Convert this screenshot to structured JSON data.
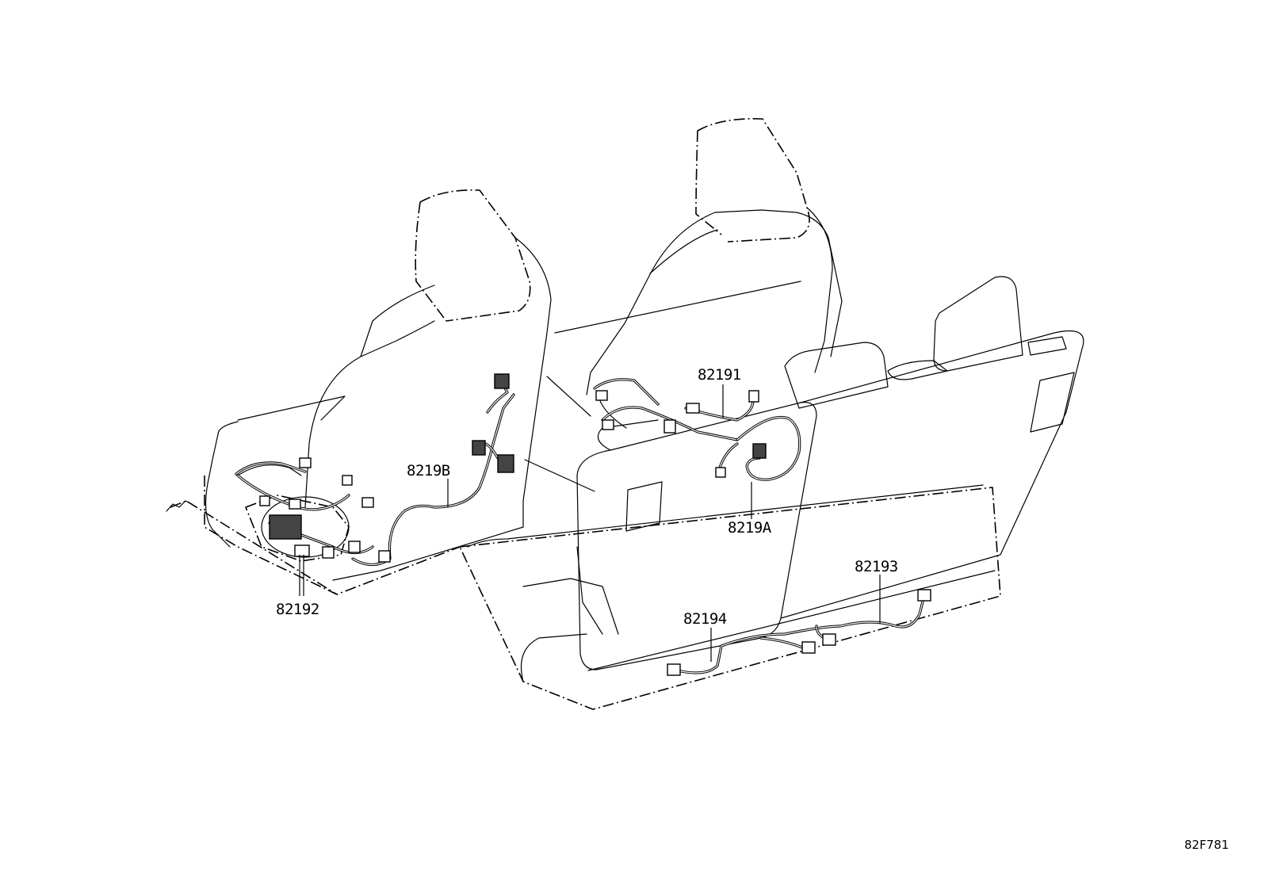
{
  "diagram": {
    "part_labels": [
      {
        "id": "p82191",
        "text": "82191"
      },
      {
        "id": "p8219B",
        "text": "8219B"
      },
      {
        "id": "p8219A",
        "text": "8219A"
      },
      {
        "id": "p82193",
        "text": "82193"
      },
      {
        "id": "p82194",
        "text": "82194"
      },
      {
        "id": "p82192",
        "text": "82192"
      }
    ],
    "illustration_code": "82F781"
  }
}
